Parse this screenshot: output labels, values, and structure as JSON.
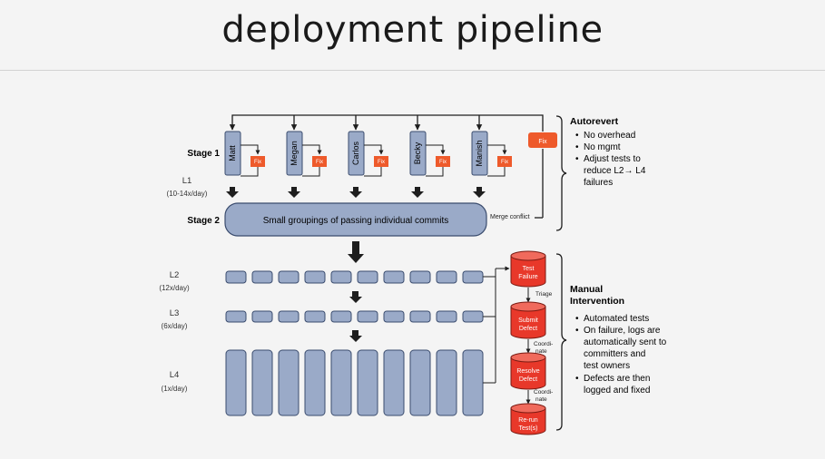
{
  "slide": {
    "title": "deployment pipeline"
  },
  "diagram": {
    "stage1_label": "Stage 1",
    "stage2_label": "Stage 2",
    "developers": [
      "Matt",
      "Megan",
      "Carlos",
      "Becky",
      "Manish"
    ],
    "fix_label": "Fix",
    "merge_fix_label": "Fix",
    "merge_conflict_label": "Merge conflict",
    "stage2_box": "Small groupings of passing individual commits",
    "levels": [
      {
        "name": "L1",
        "freq": "(10-14x/day)"
      },
      {
        "name": "L2",
        "freq": "(12x/day)"
      },
      {
        "name": "L3",
        "freq": "(6x/day)"
      },
      {
        "name": "L4",
        "freq": "(1x/day)"
      }
    ],
    "defect_steps": [
      {
        "line1": "Test",
        "line2": "Failure"
      },
      {
        "line1": "Submit",
        "line2": "Defect"
      },
      {
        "line1": "Resolve",
        "line2": "Defect"
      },
      {
        "line1": "Re-run",
        "line2": "Test(s)"
      }
    ],
    "step_notes": [
      "Triage",
      "Coordi-",
      "nate",
      "Coordi-",
      "nate"
    ]
  },
  "autorevert": {
    "heading": "Autorevert",
    "bullets": [
      "No overhead",
      "No mgmt",
      "Adjust tests to",
      "reduce L2→ L4",
      "failures"
    ]
  },
  "manual": {
    "heading1": "Manual",
    "heading2": "Intervention",
    "bullets": [
      "Automated tests",
      "On failure, logs are",
      "automatically sent to",
      "committers and",
      "test owners",
      "Defects are then",
      "logged and fixed"
    ]
  },
  "colors": {
    "box_fill": "#9aaac8",
    "box_stroke": "#3a4c6e",
    "fix_fill": "#ee5a2b",
    "defect_fill": "#e8382a",
    "line": "#1e1e1e"
  }
}
